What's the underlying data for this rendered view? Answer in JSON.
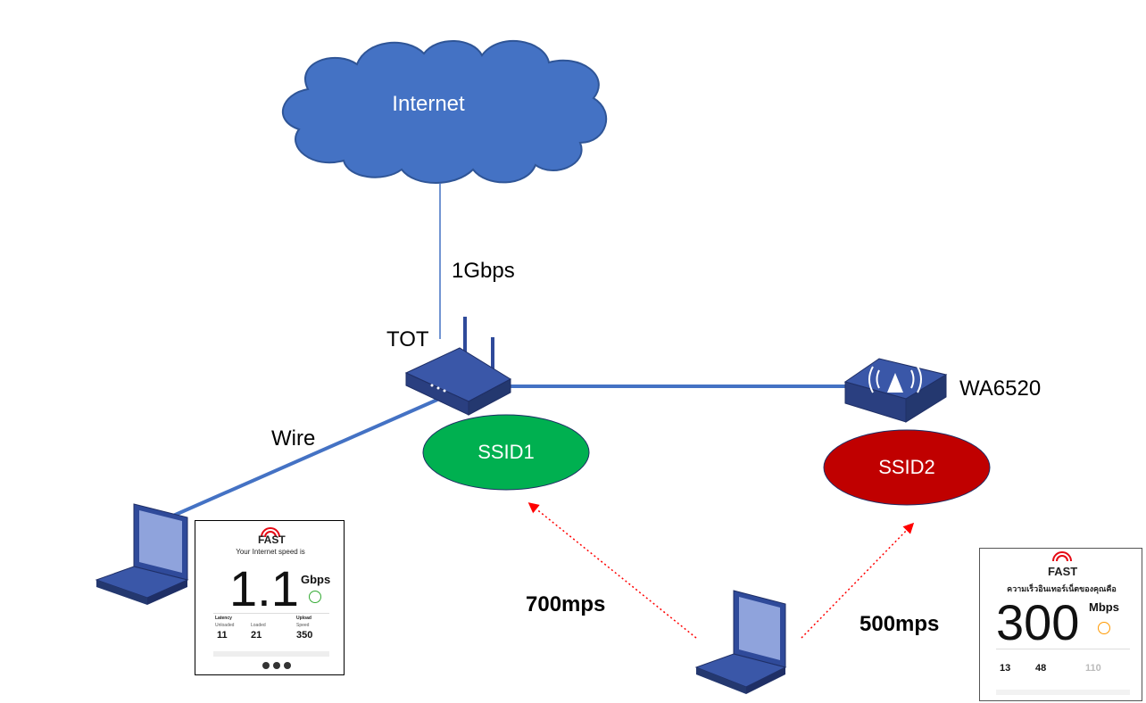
{
  "nodes": {
    "internet": "Internet",
    "link_speed": "1Gbps",
    "router": "TOT",
    "access_point": "WA6520",
    "ssid1": "SSID1",
    "ssid2": "SSID2",
    "wire": "Wire",
    "speed_ssid1": "700mps",
    "speed_ssid2": "500mps"
  },
  "colors": {
    "cloud": "#4472C4",
    "device": "#2F4A9A",
    "line": "#4472C4",
    "ssid1": "#00B050",
    "ssid2": "#C00000",
    "arrow": "#FF0000",
    "fast_red": "#E50914"
  },
  "card_wired": {
    "brand": "FAST",
    "headline": "Your Internet speed is",
    "speed": "1.1",
    "unit": "Gbps",
    "latency_label": "Latency",
    "unloaded_label": "Unloaded",
    "loaded_label": "Loaded",
    "upload_label": "Upload",
    "speed_label": "Speed",
    "unloaded": "11",
    "loaded": "21",
    "upload": "350"
  },
  "card_wifi": {
    "brand": "FAST",
    "headline": "ความเร็วอินเทอร์เน็ตของคุณคือ",
    "speed": "300",
    "unit": "Mbps",
    "unloaded": "13",
    "loaded": "48",
    "upload": "110"
  }
}
